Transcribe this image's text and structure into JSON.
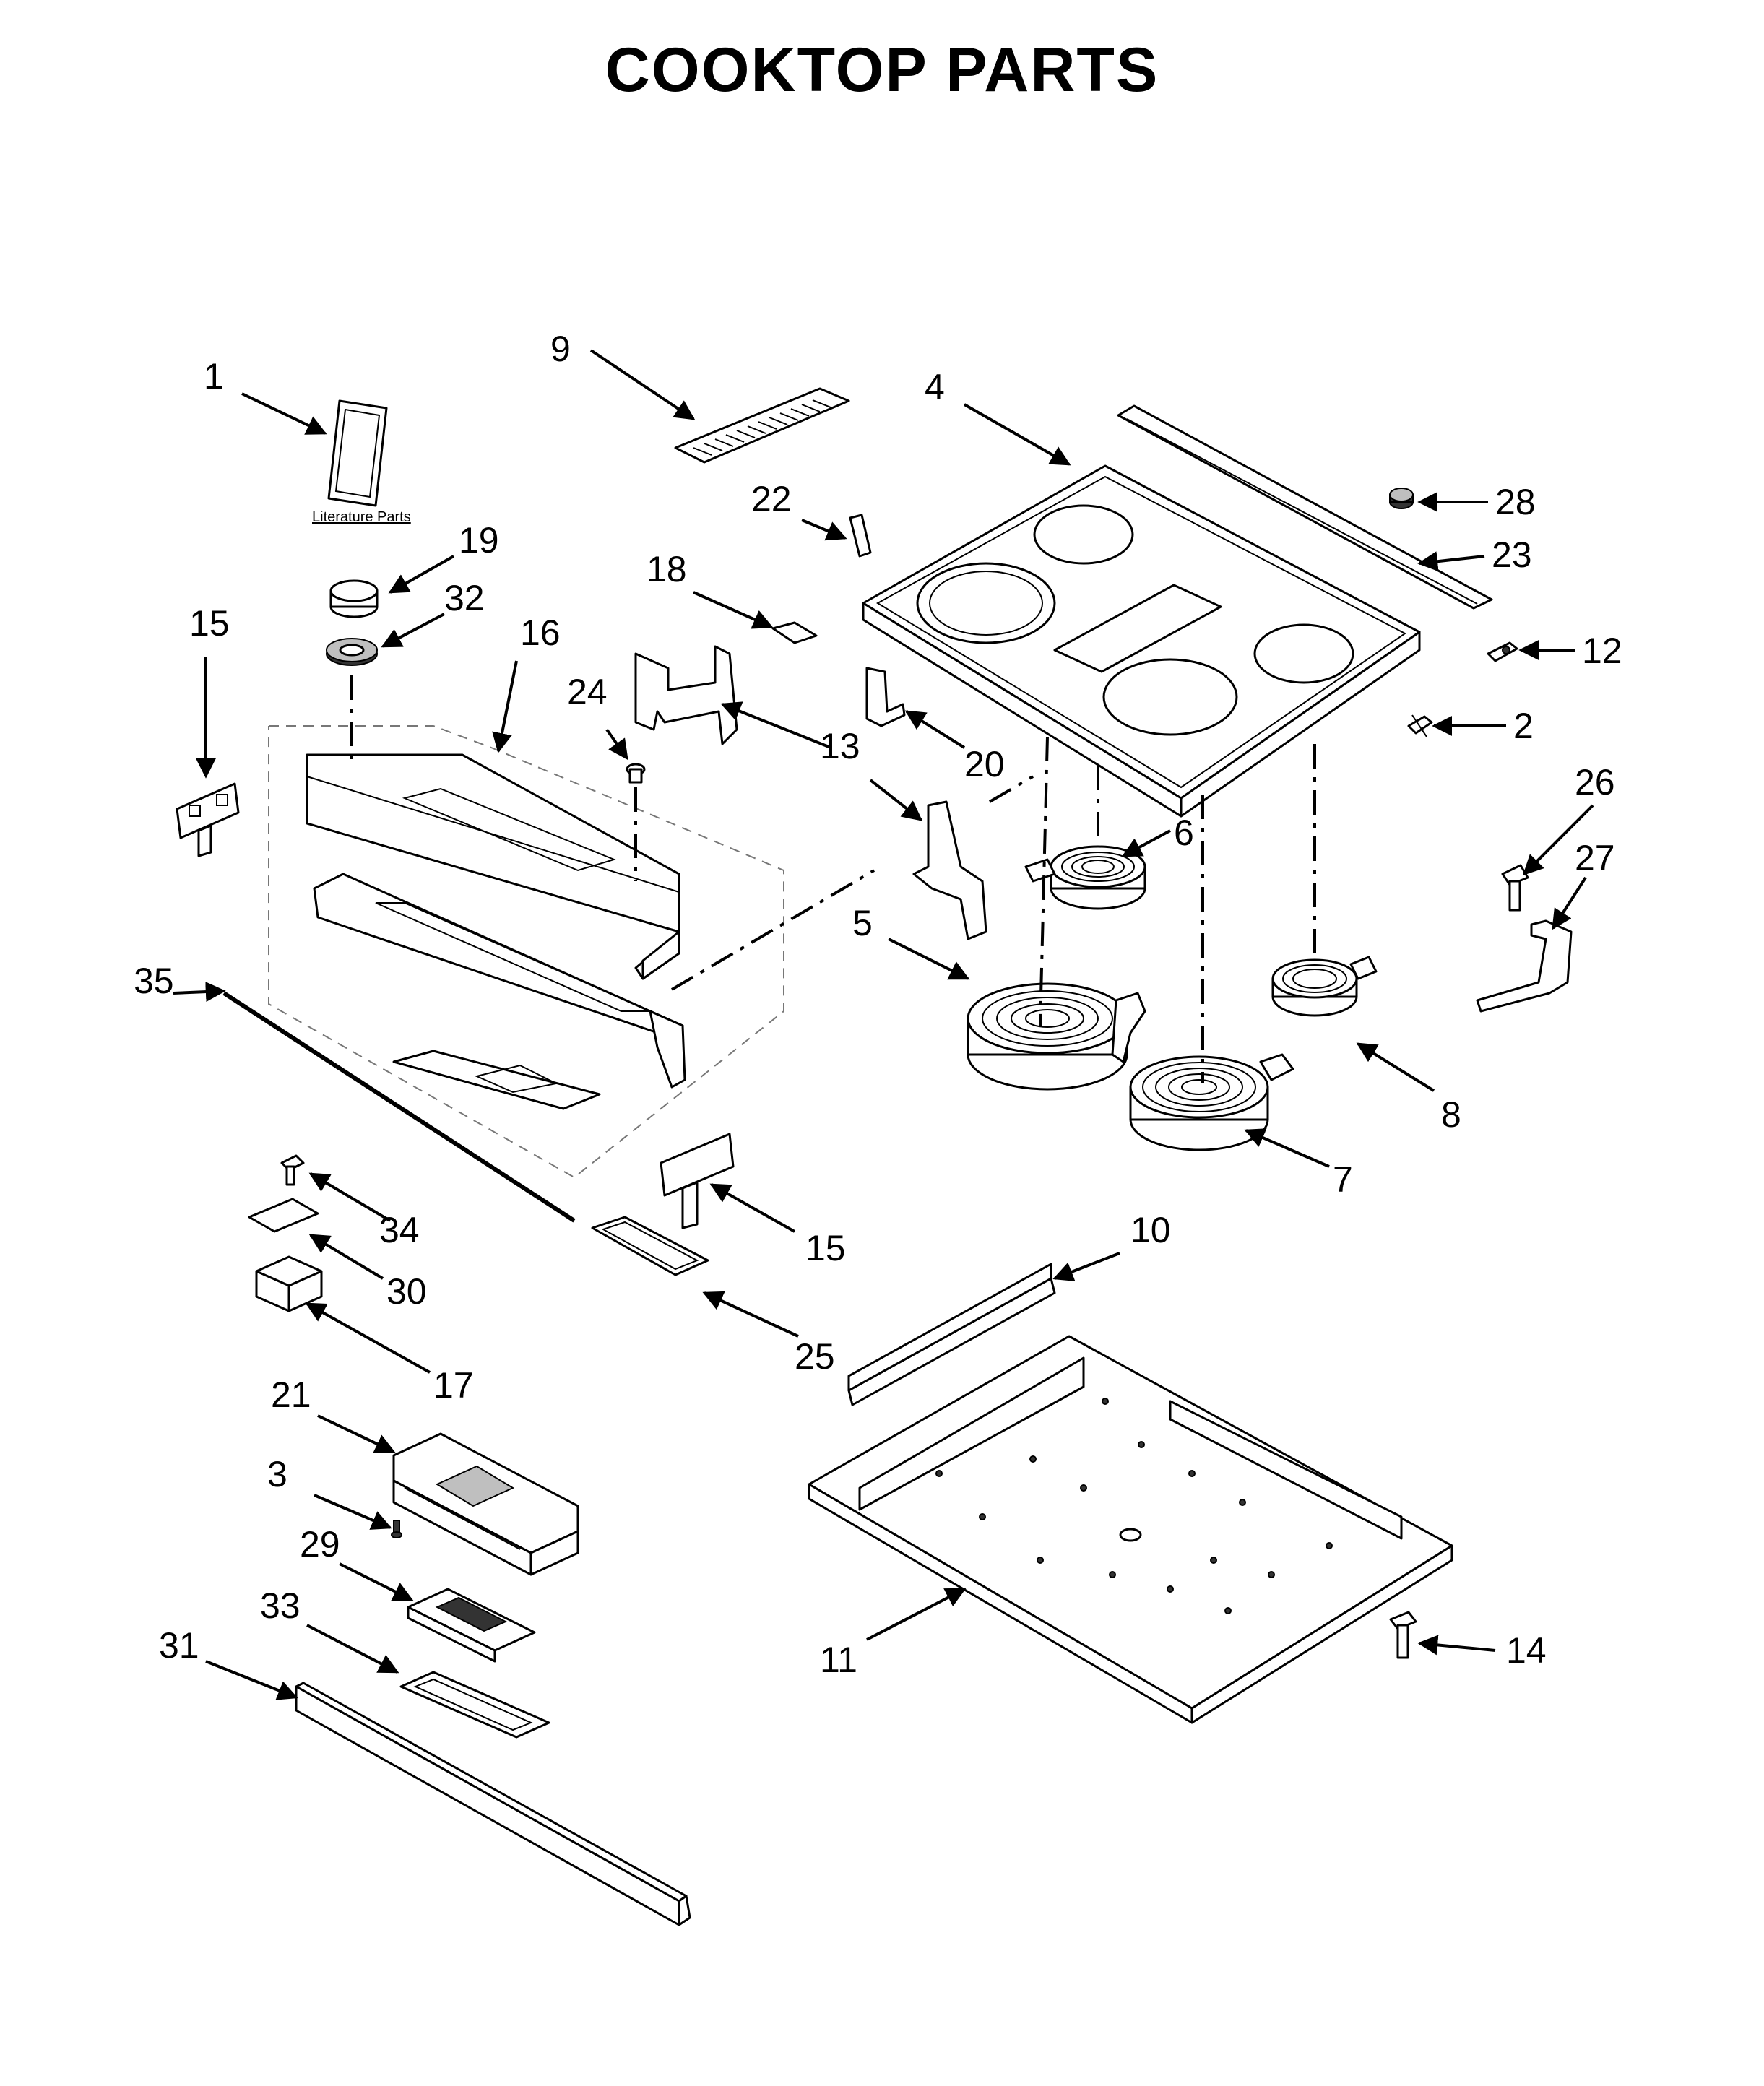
{
  "title": "COOKTOP PARTS",
  "literature_label": "Literature Parts",
  "callouts": [
    {
      "id": "c1",
      "text": "1"
    },
    {
      "id": "c2",
      "text": "2"
    },
    {
      "id": "c3",
      "text": "3"
    },
    {
      "id": "c4",
      "text": "4"
    },
    {
      "id": "c5",
      "text": "5"
    },
    {
      "id": "c6",
      "text": "6"
    },
    {
      "id": "c7",
      "text": "7"
    },
    {
      "id": "c8",
      "text": "8"
    },
    {
      "id": "c9",
      "text": "9"
    },
    {
      "id": "c10",
      "text": "10"
    },
    {
      "id": "c11",
      "text": "11"
    },
    {
      "id": "c12",
      "text": "12"
    },
    {
      "id": "c13",
      "text": "13"
    },
    {
      "id": "c14",
      "text": "14"
    },
    {
      "id": "c15a",
      "text": "15"
    },
    {
      "id": "c15b",
      "text": "15"
    },
    {
      "id": "c16",
      "text": "16"
    },
    {
      "id": "c17",
      "text": "17"
    },
    {
      "id": "c18",
      "text": "18"
    },
    {
      "id": "c19",
      "text": "19"
    },
    {
      "id": "c20",
      "text": "20"
    },
    {
      "id": "c21",
      "text": "21"
    },
    {
      "id": "c22",
      "text": "22"
    },
    {
      "id": "c23",
      "text": "23"
    },
    {
      "id": "c24",
      "text": "24"
    },
    {
      "id": "c25",
      "text": "25"
    },
    {
      "id": "c26",
      "text": "26"
    },
    {
      "id": "c27",
      "text": "27"
    },
    {
      "id": "c28",
      "text": "28"
    },
    {
      "id": "c29",
      "text": "29"
    },
    {
      "id": "c30",
      "text": "30"
    },
    {
      "id": "c31",
      "text": "31"
    },
    {
      "id": "c32",
      "text": "32"
    },
    {
      "id": "c33",
      "text": "33"
    },
    {
      "id": "c34",
      "text": "34"
    },
    {
      "id": "c35",
      "text": "35"
    }
  ]
}
